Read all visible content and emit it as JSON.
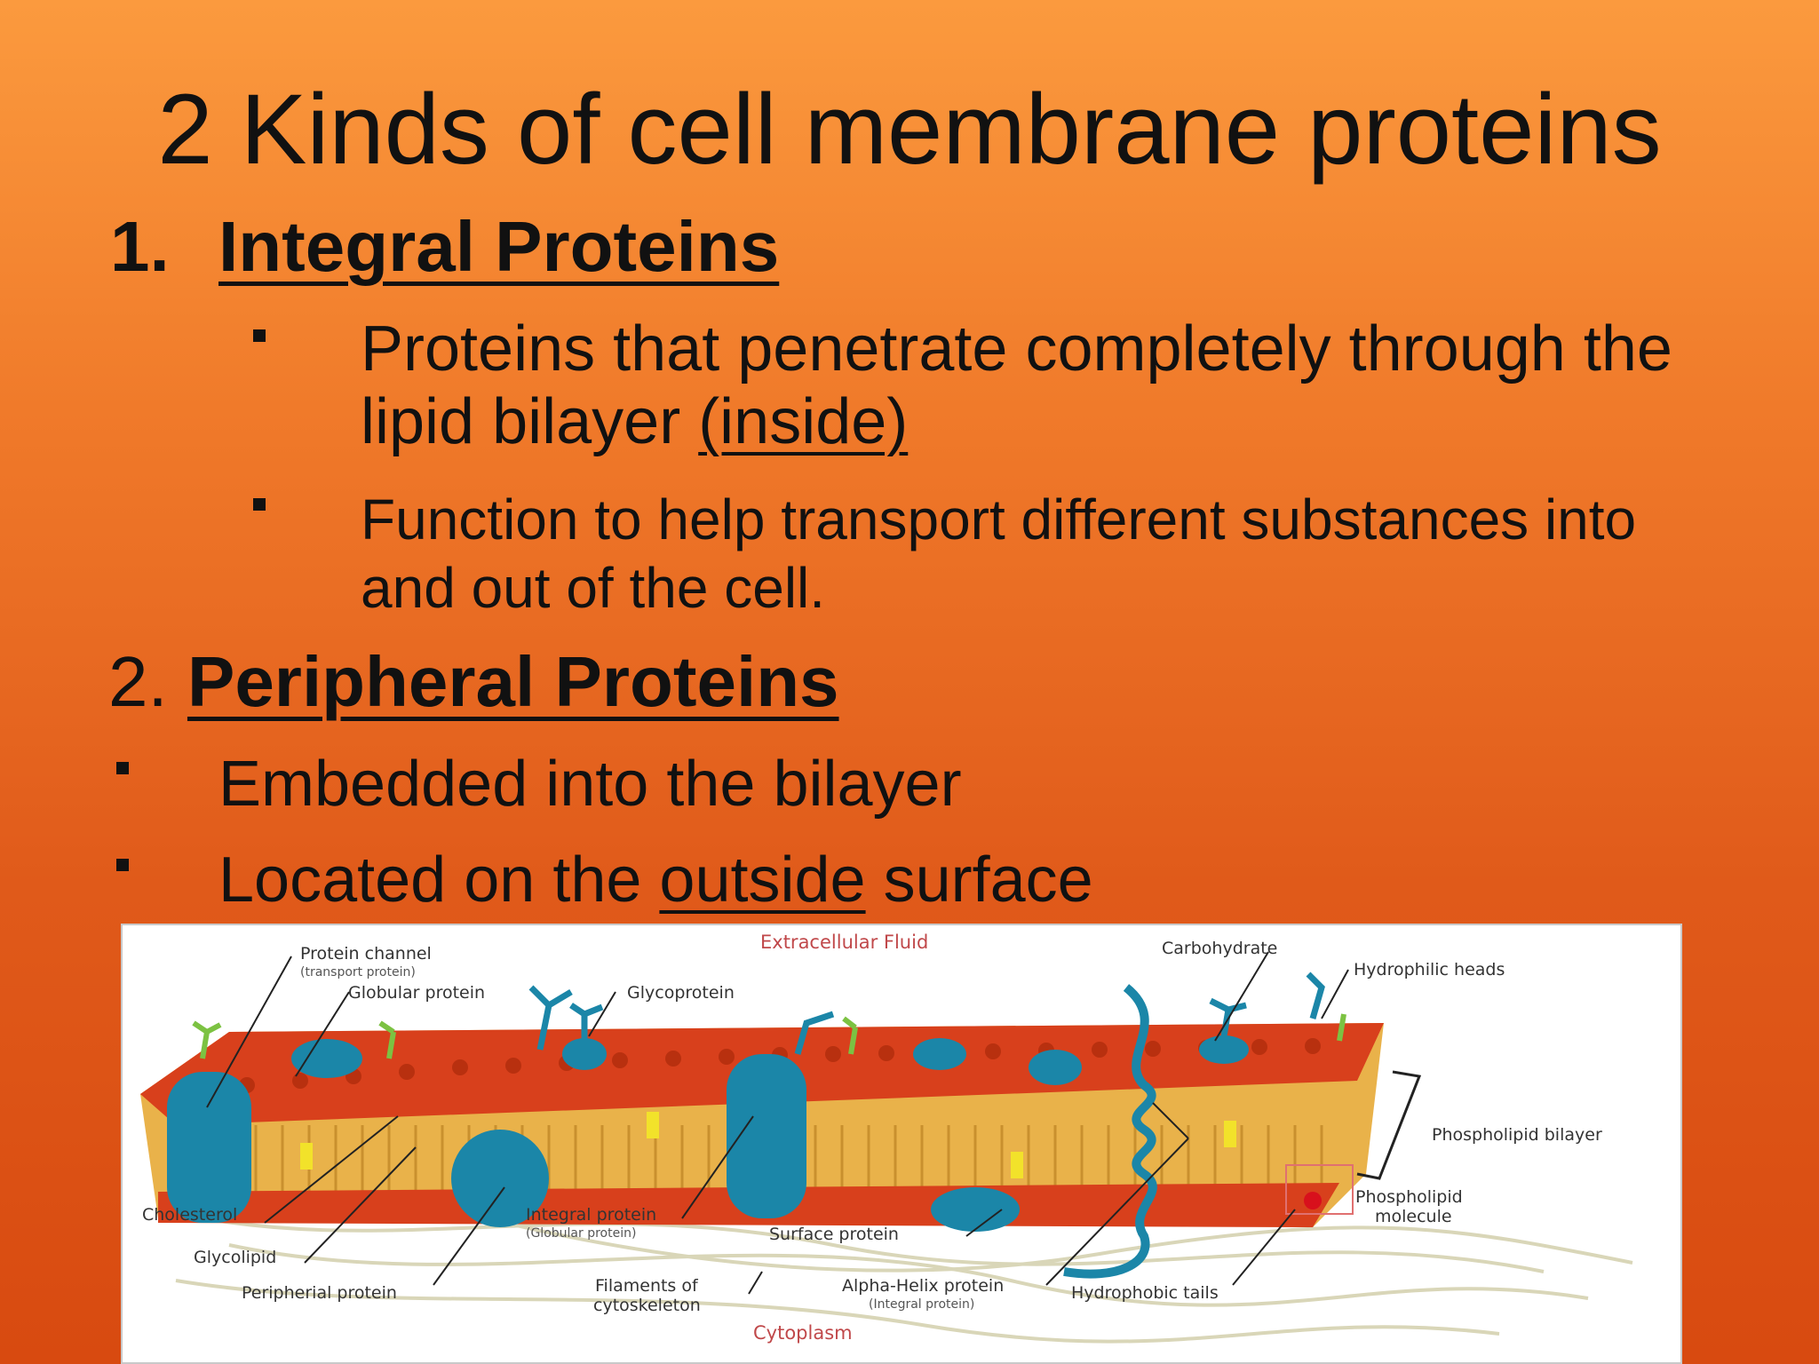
{
  "slide": {
    "title": "2 Kinds of cell membrane proteins",
    "section1": {
      "number": "1.",
      "heading": "Integral Proteins",
      "bullet1_text": "Proteins that penetrate completely through the lipid bilayer ",
      "bullet1_underlined": "(inside)",
      "bullet2_text": "Function to help transport different substances into and out of the cell."
    },
    "section2": {
      "number": "2. ",
      "heading": "Peripheral Proteins",
      "bullet1_text": "Embedded into the bilayer",
      "bullet2_before": "Located on the ",
      "bullet2_underlined": "outside",
      "bullet2_after": " surface"
    }
  },
  "diagram": {
    "labels": {
      "extracellular": "Extracellular Fluid",
      "cytoplasm": "Cytoplasm",
      "protein_channel": "Protein channel",
      "protein_channel_sub": "(transport protein)",
      "globular_protein": "Globular protein",
      "glycoprotein": "Glycoprotein",
      "carbohydrate": "Carbohydrate",
      "hydrophilic_heads": "Hydrophilic heads",
      "phospholipid_bilayer": "Phospholipid bilayer",
      "phospholipid_molecule_1": "Phospholipid",
      "phospholipid_molecule_2": "molecule",
      "cholesterol": "Cholesterol",
      "glycolipid": "Glycolipid",
      "peripherial_protein": "Peripherial protein",
      "integral_protein": "Integral protein",
      "integral_protein_sub": "(Globular protein)",
      "surface_protein": "Surface protein",
      "filaments_1": "Filaments of",
      "filaments_2": "cytoskeleton",
      "alpha_helix": "Alpha-Helix protein",
      "alpha_helix_sub": "(Integral protein)",
      "hydrophobic_tails": "Hydrophobic tails"
    },
    "colors": {
      "heads": "#d8401c",
      "tails": "#e9b24a",
      "protein": "#1b86a8",
      "cholesterol": "#f2e22a",
      "glycolipid": "#7cc242"
    }
  }
}
